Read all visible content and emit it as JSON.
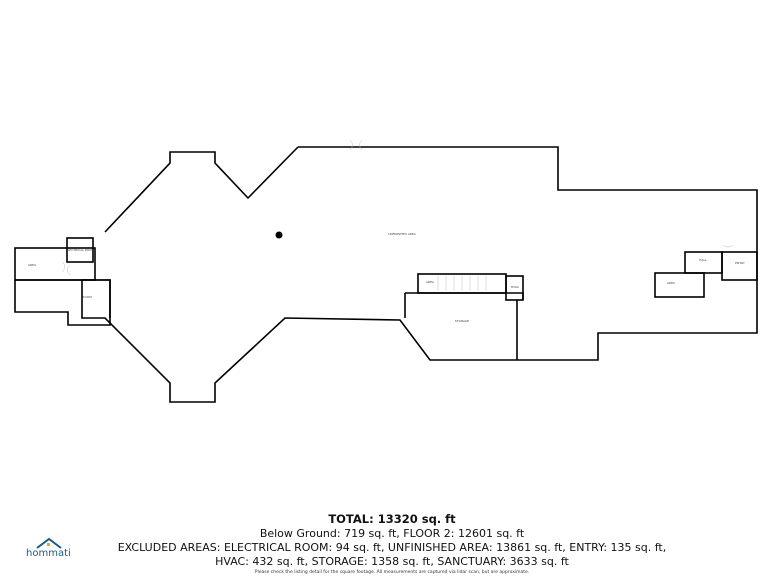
{
  "floorplan": {
    "rooms": [
      {
        "id": "unfinished",
        "label": "UNFINISHED AREA"
      },
      {
        "id": "storage",
        "label": "STORAGE"
      },
      {
        "id": "electrical",
        "label": "ELECTRICAL ROOM"
      },
      {
        "id": "area-left",
        "label": "AREA"
      },
      {
        "id": "room-left",
        "label": "ROOM"
      },
      {
        "id": "stairs-area",
        "label": "AREA"
      },
      {
        "id": "hvac",
        "label": "HVAC"
      },
      {
        "id": "entry",
        "label": "ENTRY"
      },
      {
        "id": "hall",
        "label": "HALL"
      },
      {
        "id": "area-right",
        "label": "AREA"
      }
    ],
    "wall_color": "#000000"
  },
  "footer": {
    "total": "TOTAL: 13320 sq. ft",
    "floors": "Below Ground: 719 sq. ft, FLOOR 2: 12601 sq. ft",
    "excluded_1": "EXCLUDED AREAS: ELECTRICAL ROOM: 94 sq. ft, UNFINISHED AREA: 13861 sq. ft, ENTRY: 135 sq. ft,",
    "excluded_2": "HVAC: 432 sq. ft, STORAGE: 1358 sq. ft, SANCTUARY: 3633 sq. ft",
    "disclaimer": "Please check the listing detail for the square footage. All measurements are captured via lidar scan, but are approximate."
  },
  "logo": {
    "text": "hommati",
    "color": "#1c5a86",
    "accent": "#e8a33a"
  }
}
